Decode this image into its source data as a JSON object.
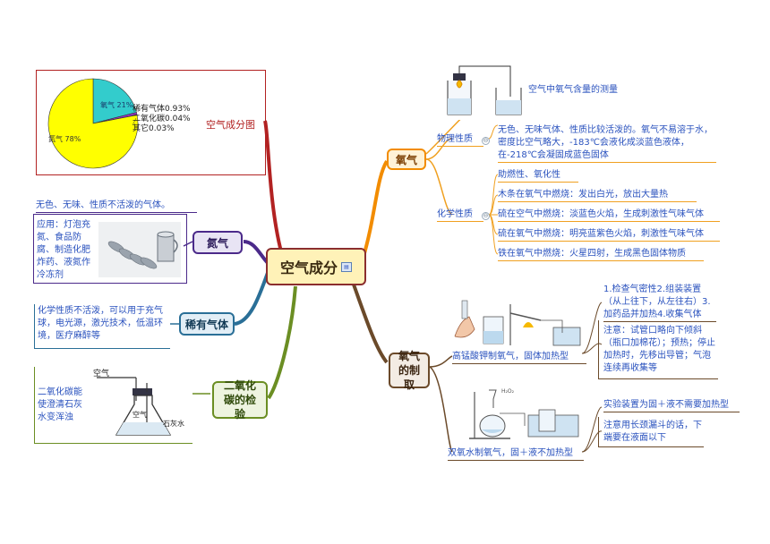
{
  "center": {
    "title": "空气成分",
    "badge_icon": "note-icon"
  },
  "pie": {
    "label": "空气成分图",
    "slices": [
      {
        "name": "氮气78%",
        "value": 78,
        "color": "#ffff00"
      },
      {
        "name": "氧气21%",
        "value": 21,
        "color": "#33cccc"
      },
      {
        "name": "稀有气体0.93%",
        "value": 0.93,
        "color": "#9933cc"
      },
      {
        "name": "二氧化碳0.04%",
        "value": 0.04,
        "color": "#ff3366"
      },
      {
        "name": "其它0.03%",
        "value": 0.03,
        "color": "#333399"
      }
    ],
    "text_n2": "氮气 78%",
    "text_o2": "氧气 21%",
    "text_rare": "稀有气体0.93%",
    "text_co2": "二氧化碳0.04%",
    "text_other": "其它0.03%"
  },
  "nitrogen": {
    "title": "氮气",
    "desc": "无色、无味、性质不活泼的气体。",
    "use": "应用：灯泡充氮、食品防腐、制造化肥炸药、液氮作冷冻剂"
  },
  "rare": {
    "title": "稀有气体",
    "desc": "化学性质不活泼，可以用于充气球，电光源，激光技术，低温环境，医疗麻醉等"
  },
  "co2": {
    "title": "二氧化碳的检验",
    "desc": "二氧化碳能使澄清石灰水变浑浊",
    "label_air": "空气",
    "label_air2": "空气",
    "label_lime": "石灰水"
  },
  "oxygen": {
    "title": "氧气",
    "measure": "空气中氧气含量的测量",
    "physical_label": "物理性质",
    "physical": "无色、无味气体、性质比较活泼的。氧气不易溶于水，密度比空气略大，-183℃会液化成淡蓝色液体，在-218℃会凝固成蓝色固体",
    "chemical_label": "化学性质",
    "chemical": [
      "助燃性、氧化性",
      "木条在氧气中燃烧：发出白光，放出大量热",
      "硫在空气中燃烧：淡蓝色火焰，生成刺激性气味气体",
      "硫在氧气中燃烧：明亮蓝紫色火焰，刺激性气味气体",
      "铁在氧气中燃烧：火星四射，生成黑色固体物质"
    ]
  },
  "prep": {
    "title": "氧气的制取",
    "kmno4_label": "高锰酸钾制氧气，固体加热型",
    "steps": "1.检查气密性2.组装装置（从上往下，从左往右）3.加药品并加热4.收集气体",
    "note": "注意：试管口略向下倾斜（瓶口加棉花）；预热；停止加热时，先移出导管；气泡连续再收集等",
    "h2o2_label": "双氧水制氧气，固＋液不加热型",
    "h2o2_setup": "实验装置为固＋液不需要加热型",
    "h2o2_note": "注意用长颈漏斗的话，下端要在液面以下",
    "flask_label": "H₂O₂"
  }
}
